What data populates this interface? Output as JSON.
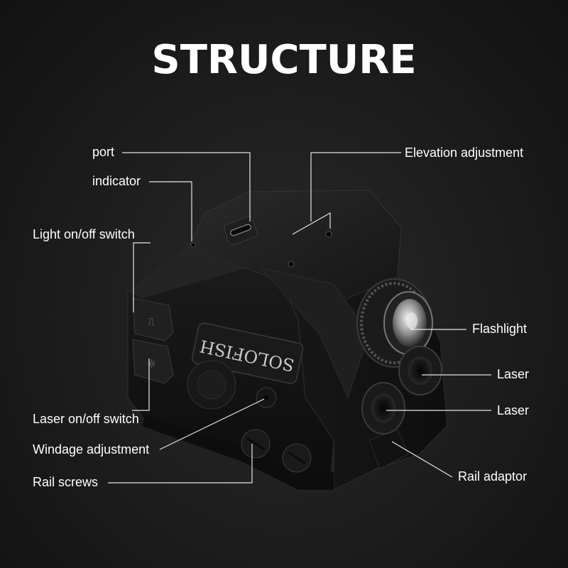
{
  "title": "STRUCTURE",
  "brand": "SOLOFISH",
  "labels": {
    "port": "port",
    "indicator": "indicator",
    "light_switch": "Light on/off switch",
    "laser_switch": "Laser on/off switch",
    "windage": "Windage adjustment",
    "rail_screws": "Rail screws",
    "elevation": "Elevation adjustment",
    "flashlight": "Flashlight",
    "laser_top": "Laser",
    "laser_bottom": "Laser",
    "rail_adaptor": "Rail adaptor"
  },
  "colors": {
    "background": "#1c1c1c",
    "text": "#ffffff",
    "device": "#151515",
    "leader_line": "#e6e6e6"
  }
}
